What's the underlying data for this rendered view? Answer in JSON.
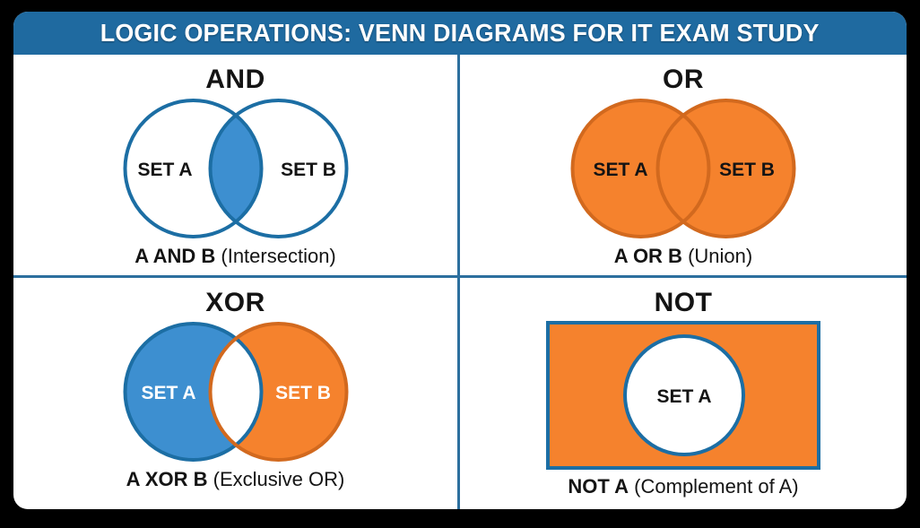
{
  "header": {
    "title": "LOGIC OPERATIONS: VENN DIAGRAMS FOR IT EXAM STUDY"
  },
  "colors": {
    "header-bg": "#1F6AA0",
    "header-text": "#FFFFFF",
    "divider": "#2C6F9E",
    "stroke-blue": "#1C6EA4",
    "fill-blue": "#3D8FD0",
    "stroke-orange": "#D2691E",
    "fill-orange": "#F5822D",
    "page-bg": "#000000",
    "card-bg": "#FFFFFF",
    "text": "#141414"
  },
  "quadrants": [
    {
      "id": "and",
      "title": "AND",
      "set_a": "SET A",
      "set_b": "SET B",
      "caption_main": "A AND B",
      "caption_note": "(Intersection)"
    },
    {
      "id": "or",
      "title": "OR",
      "set_a": "SET A",
      "set_b": "SET B",
      "caption_main": "A OR B",
      "caption_note": "(Union)"
    },
    {
      "id": "xor",
      "title": "XOR",
      "set_a": "SET A",
      "set_b": "SET B",
      "caption_main": "A XOR B",
      "caption_note": "(Exclusive OR)"
    },
    {
      "id": "not",
      "title": "NOT",
      "set_a": "SET A",
      "caption_main": "NOT A",
      "caption_note": "(Complement of A)"
    }
  ]
}
